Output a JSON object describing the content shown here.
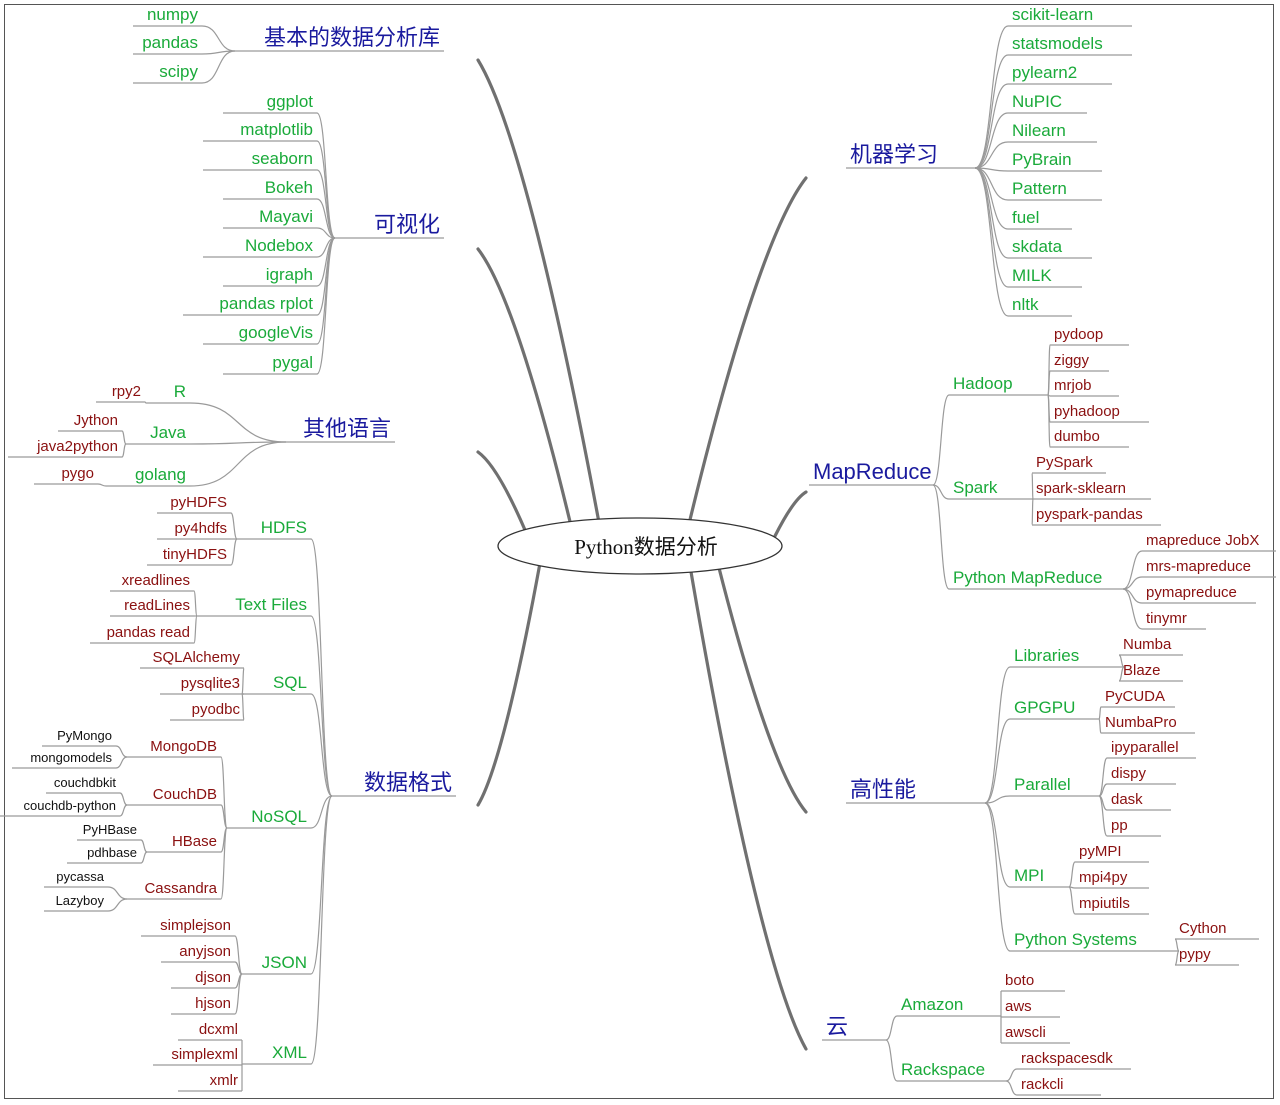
{
  "colors": {
    "topic": "#1a1a9e",
    "level2": "#1aaa3a",
    "level3": "#8a1010",
    "level4": "#111111",
    "lines": "#9a9a9a"
  },
  "center": "Python数据分析",
  "left_branches": [
    {
      "label": "基本的数据分析库",
      "children": [
        {
          "label": "numpy"
        },
        {
          "label": "pandas"
        },
        {
          "label": "scipy"
        }
      ]
    },
    {
      "label": "可视化",
      "children": [
        {
          "label": "ggplot"
        },
        {
          "label": "matplotlib"
        },
        {
          "label": "seaborn"
        },
        {
          "label": "Bokeh"
        },
        {
          "label": "Mayavi"
        },
        {
          "label": "Nodebox"
        },
        {
          "label": "igraph"
        },
        {
          "label": "pandas rplot"
        },
        {
          "label": "googleVis"
        },
        {
          "label": "pygal"
        }
      ]
    },
    {
      "label": "其他语言",
      "children": [
        {
          "label": "R",
          "children": [
            {
              "label": "rpy2"
            }
          ]
        },
        {
          "label": "Java",
          "children": [
            {
              "label": "Jython"
            },
            {
              "label": "java2python"
            }
          ]
        },
        {
          "label": "golang",
          "children": [
            {
              "label": "pygo"
            }
          ]
        }
      ]
    },
    {
      "label": "数据格式",
      "children": [
        {
          "label": "HDFS",
          "children": [
            {
              "label": "pyHDFS"
            },
            {
              "label": "py4hdfs"
            },
            {
              "label": "tinyHDFS"
            }
          ]
        },
        {
          "label": "Text Files",
          "children": [
            {
              "label": "xreadlines"
            },
            {
              "label": "readLines"
            },
            {
              "label": "pandas read"
            }
          ]
        },
        {
          "label": "SQL",
          "children": [
            {
              "label": "SQLAlchemy"
            },
            {
              "label": "pysqlite3"
            },
            {
              "label": "pyodbc"
            }
          ]
        },
        {
          "label": "NoSQL",
          "children": [
            {
              "label": "MongoDB",
              "children": [
                {
                  "label": "PyMongo"
                },
                {
                  "label": "mongomodels"
                }
              ]
            },
            {
              "label": "CouchDB",
              "children": [
                {
                  "label": "couchdbkit"
                },
                {
                  "label": "couchdb-python"
                }
              ]
            },
            {
              "label": "HBase",
              "children": [
                {
                  "label": "PyHBase"
                },
                {
                  "label": "pdhbase"
                }
              ]
            },
            {
              "label": "Cassandra",
              "children": [
                {
                  "label": "pycassa"
                },
                {
                  "label": "Lazyboy"
                }
              ]
            }
          ]
        },
        {
          "label": "JSON",
          "children": [
            {
              "label": "simplejson"
            },
            {
              "label": "anyjson"
            },
            {
              "label": "djson"
            },
            {
              "label": "hjson"
            }
          ]
        },
        {
          "label": "XML",
          "children": [
            {
              "label": "dcxml"
            },
            {
              "label": "simplexml"
            },
            {
              "label": "xmlr"
            }
          ]
        }
      ]
    }
  ],
  "right_branches": [
    {
      "label": "机器学习",
      "children": [
        {
          "label": "scikit-learn"
        },
        {
          "label": "statsmodels"
        },
        {
          "label": "pylearn2"
        },
        {
          "label": "NuPIC"
        },
        {
          "label": "Nilearn"
        },
        {
          "label": "PyBrain"
        },
        {
          "label": "Pattern"
        },
        {
          "label": "fuel"
        },
        {
          "label": "skdata"
        },
        {
          "label": "MILK"
        },
        {
          "label": "nltk"
        }
      ]
    },
    {
      "label": "MapReduce",
      "children": [
        {
          "label": "Hadoop",
          "children": [
            {
              "label": "pydoop"
            },
            {
              "label": "ziggy"
            },
            {
              "label": "mrjob"
            },
            {
              "label": "pyhadoop"
            },
            {
              "label": "dumbo"
            }
          ]
        },
        {
          "label": "Spark",
          "children": [
            {
              "label": "PySpark"
            },
            {
              "label": "spark-sklearn"
            },
            {
              "label": "pyspark-pandas"
            }
          ]
        },
        {
          "label": "Python MapReduce",
          "children": [
            {
              "label": "mapreduce JobX"
            },
            {
              "label": "mrs-mapreduce"
            },
            {
              "label": "pymapreduce"
            },
            {
              "label": "tinymr"
            }
          ]
        }
      ]
    },
    {
      "label": "高性能",
      "children": [
        {
          "label": "Libraries",
          "children": [
            {
              "label": "Numba"
            },
            {
              "label": "Blaze"
            }
          ]
        },
        {
          "label": "GPGPU",
          "children": [
            {
              "label": "PyCUDA"
            },
            {
              "label": "NumbaPro"
            }
          ]
        },
        {
          "label": "Parallel",
          "children": [
            {
              "label": "ipyparallel"
            },
            {
              "label": "dispy"
            },
            {
              "label": "dask"
            },
            {
              "label": "pp"
            }
          ]
        },
        {
          "label": "MPI",
          "children": [
            {
              "label": "pyMPI"
            },
            {
              "label": "mpi4py"
            },
            {
              "label": "mpiutils"
            }
          ]
        },
        {
          "label": "Python Systems",
          "children": [
            {
              "label": "Cython"
            },
            {
              "label": "pypy"
            }
          ]
        }
      ]
    },
    {
      "label": "云",
      "children": [
        {
          "label": "Amazon",
          "children": [
            {
              "label": "boto"
            },
            {
              "label": "aws"
            },
            {
              "label": "awscli"
            }
          ]
        },
        {
          "label": "Rackspace",
          "children": [
            {
              "label": "rackspacesdk"
            },
            {
              "label": "rackcli"
            }
          ]
        }
      ]
    }
  ]
}
